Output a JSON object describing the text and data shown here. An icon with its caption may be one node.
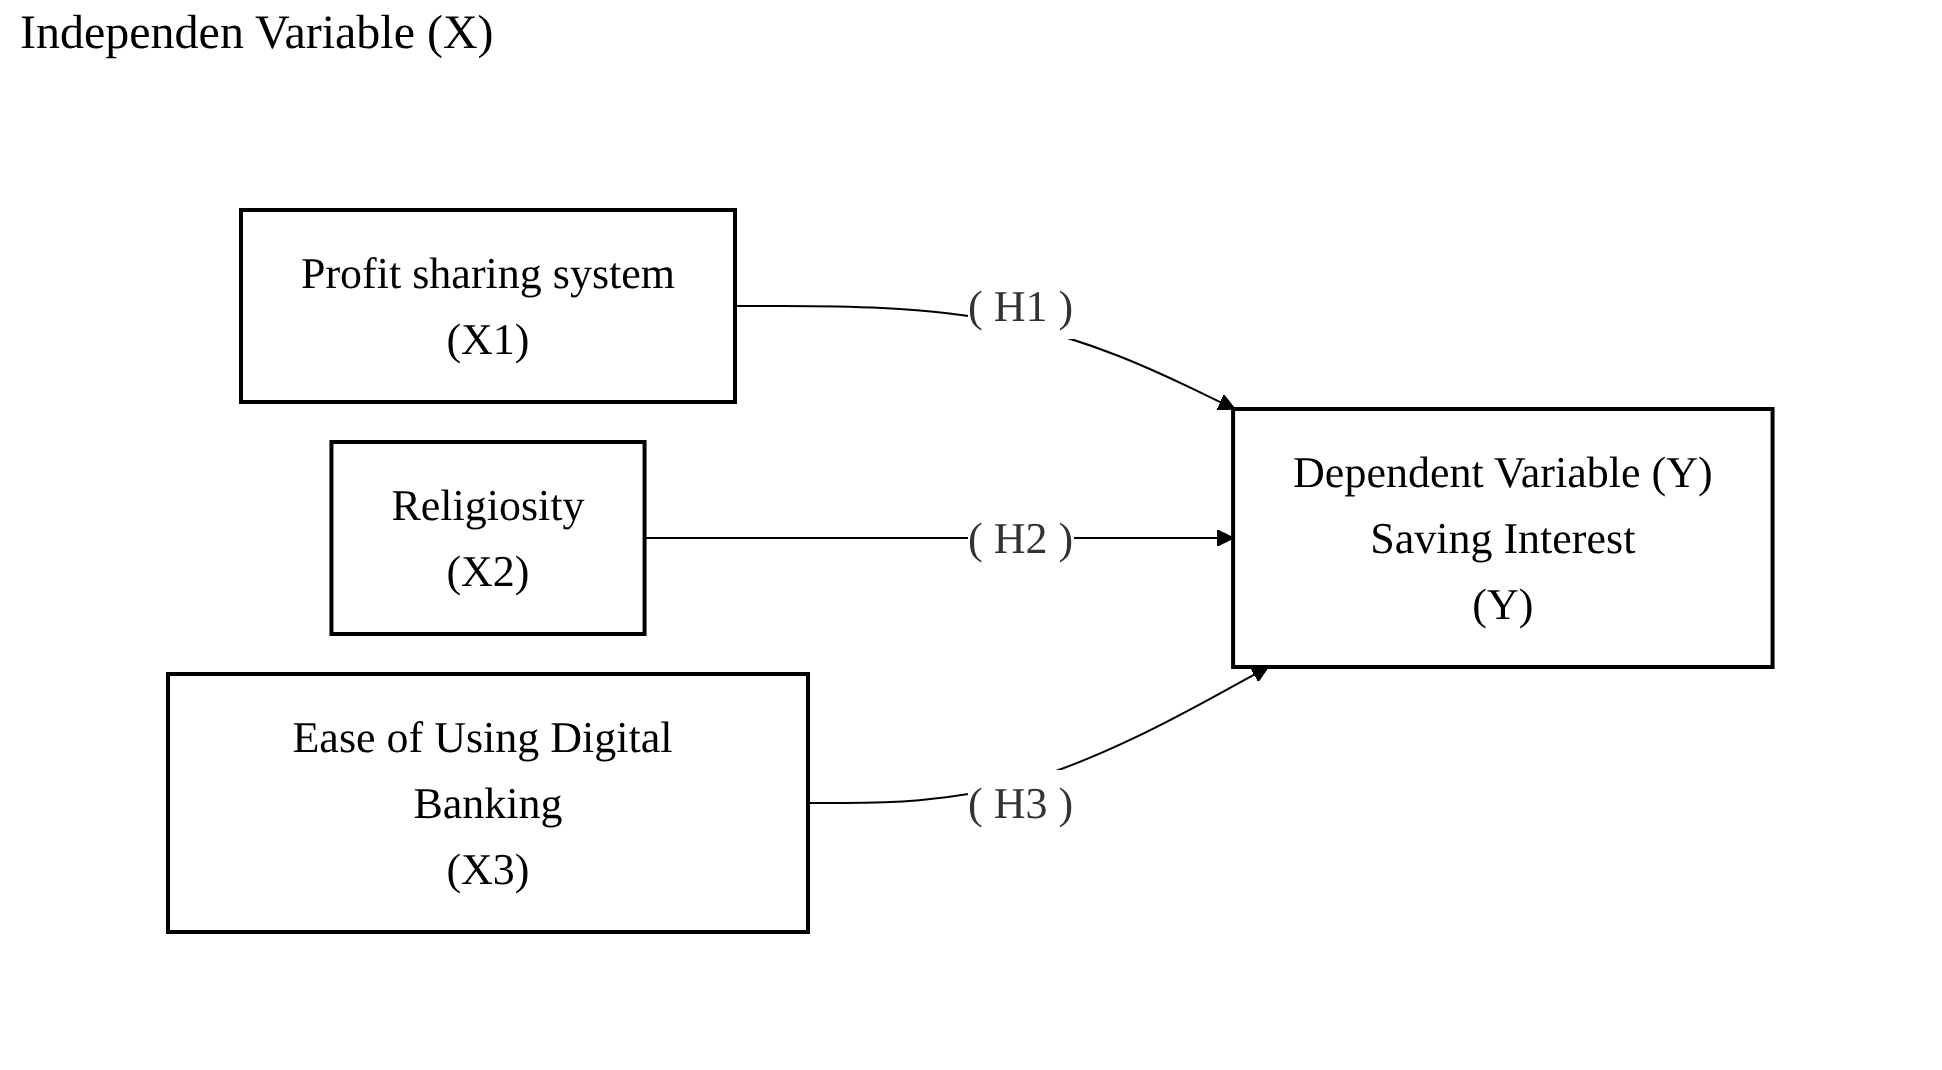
{
  "diagram": {
    "nodes": [
      {
        "text": [
          "Profit sharing system",
          "(X1)"
        ]
      },
      {
        "text": [
          "Religiosity",
          "(X2)"
        ]
      },
      {
        "text": [
          "Ease of Using Digital Banking",
          "(X3)"
        ]
      },
      {
        "text": [
          "Dependent Variable (Y)",
          "Saving Interest",
          "(Y)"
        ]
      }
    ],
    "edges": [
      {
        "from": 0,
        "to": 3,
        "arrow": "to",
        "label": "( H1 )"
      },
      {
        "from": 1,
        "to": 3,
        "arrow": "to",
        "label": "( H2 )"
      },
      {
        "from": 2,
        "to": 3,
        "arrow": "to",
        "label": "( H3 )"
      }
    ],
    "labels": [
      "Independen Variable (X)"
    ]
  }
}
